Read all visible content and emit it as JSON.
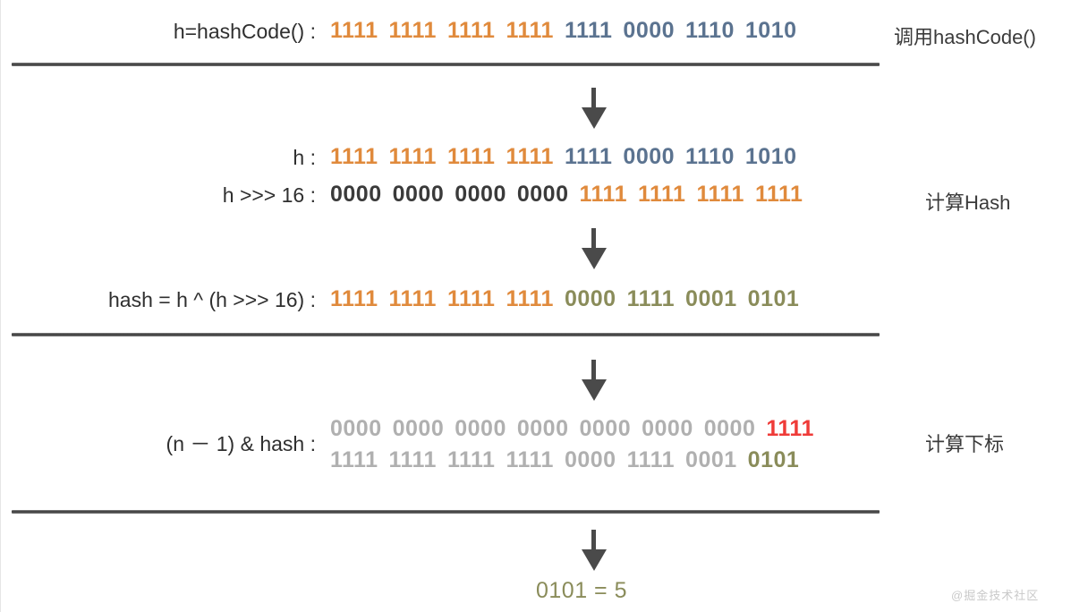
{
  "diagram": {
    "title": "HashMap hash() and index computation",
    "colors": {
      "orange": "#e08a3c",
      "blue": "#5b7390",
      "black": "#3a3a3a",
      "olive": "#8a8c5a",
      "gray": "#b0b0b0",
      "red": "#ef3b38",
      "line": "#3a3a3a",
      "background": "#ffffff"
    },
    "watermark": "@掘金技术社区"
  },
  "sections": [
    {
      "stage_label": "调用hashCode()",
      "rows": [
        {
          "label": "h=hashCode() :",
          "groups": [
            {
              "bits": "1111",
              "color": "orange"
            },
            {
              "bits": "1111",
              "color": "orange"
            },
            {
              "bits": "1111",
              "color": "orange"
            },
            {
              "bits": "1111",
              "color": "orange"
            },
            {
              "bits": "1111",
              "color": "blue"
            },
            {
              "bits": "0000",
              "color": "blue"
            },
            {
              "bits": "1110",
              "color": "blue"
            },
            {
              "bits": "1010",
              "color": "blue"
            }
          ]
        }
      ]
    },
    {
      "stage_label": "计算Hash",
      "rows": [
        {
          "label": "h :",
          "groups": [
            {
              "bits": "1111",
              "color": "orange"
            },
            {
              "bits": "1111",
              "color": "orange"
            },
            {
              "bits": "1111",
              "color": "orange"
            },
            {
              "bits": "1111",
              "color": "orange"
            },
            {
              "bits": "1111",
              "color": "blue"
            },
            {
              "bits": "0000",
              "color": "blue"
            },
            {
              "bits": "1110",
              "color": "blue"
            },
            {
              "bits": "1010",
              "color": "blue"
            }
          ]
        },
        {
          "label": "h >>> 16 :",
          "groups": [
            {
              "bits": "0000",
              "color": "black"
            },
            {
              "bits": "0000",
              "color": "black"
            },
            {
              "bits": "0000",
              "color": "black"
            },
            {
              "bits": "0000",
              "color": "black"
            },
            {
              "bits": "1111",
              "color": "orange"
            },
            {
              "bits": "1111",
              "color": "orange"
            },
            {
              "bits": "1111",
              "color": "orange"
            },
            {
              "bits": "1111",
              "color": "orange"
            }
          ]
        }
      ]
    },
    {
      "stage_label": "",
      "rows": [
        {
          "label": "hash = h ^ (h >>> 16) :",
          "groups": [
            {
              "bits": "1111",
              "color": "orange"
            },
            {
              "bits": "1111",
              "color": "orange"
            },
            {
              "bits": "1111",
              "color": "orange"
            },
            {
              "bits": "1111",
              "color": "orange"
            },
            {
              "bits": "0000",
              "color": "olive"
            },
            {
              "bits": "1111",
              "color": "olive"
            },
            {
              "bits": "0001",
              "color": "olive"
            },
            {
              "bits": "0101",
              "color": "olive"
            }
          ]
        }
      ]
    },
    {
      "stage_label": "计算下标",
      "rows": [
        {
          "label": "(n － 1) & hash :",
          "groups": [
            {
              "bits": "0000",
              "color": "gray"
            },
            {
              "bits": "0000",
              "color": "gray"
            },
            {
              "bits": "0000",
              "color": "gray"
            },
            {
              "bits": "0000",
              "color": "gray"
            },
            {
              "bits": "0000",
              "color": "gray"
            },
            {
              "bits": "0000",
              "color": "gray"
            },
            {
              "bits": "0000",
              "color": "gray"
            },
            {
              "bits": "1111",
              "color": "red"
            }
          ]
        },
        {
          "label": "",
          "groups": [
            {
              "bits": "1111",
              "color": "gray"
            },
            {
              "bits": "1111",
              "color": "gray"
            },
            {
              "bits": "1111",
              "color": "gray"
            },
            {
              "bits": "1111",
              "color": "gray"
            },
            {
              "bits": "0000",
              "color": "gray"
            },
            {
              "bits": "1111",
              "color": "gray"
            },
            {
              "bits": "0001",
              "color": "gray"
            },
            {
              "bits": "0101",
              "color": "olive"
            }
          ]
        }
      ]
    }
  ],
  "result": {
    "text": "0101 = 5",
    "color": "olive"
  },
  "labels": {
    "row1_label": "h=hashCode() :",
    "row2_label": "h :",
    "row3_label": "h >>> 16 :",
    "row4_label": "hash = h ^ (h >>> 16) :",
    "row5_label": "(n － 1) & hash :",
    "stage1": "调用hashCode()",
    "stage2": "计算Hash",
    "stage4": "计算下标",
    "result": "0101 = 5",
    "watermark": "@掘金技术社区"
  }
}
